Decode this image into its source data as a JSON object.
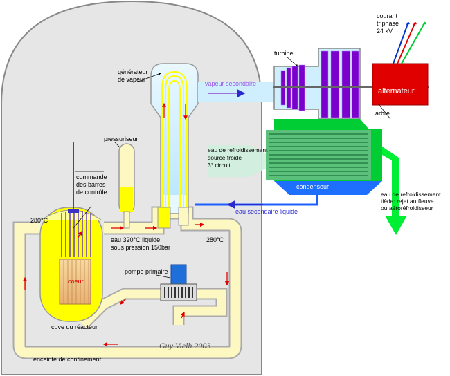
{
  "diagram": {
    "labels": {
      "courant": [
        "courant",
        "triphasé",
        "24  kV"
      ],
      "turbine": "turbine",
      "generateur": [
        "générateur",
        "de vapeur"
      ],
      "vapeur_secondaire": "vapeur secondaire",
      "alternateur": "alternateur",
      "arbre": "arbre",
      "pressuriseur": "pressuriseur",
      "eau_refroid_source": [
        "eau de refroidissement",
        "source froide",
        "3° circuit"
      ],
      "commande": [
        "commande",
        "des barres",
        "de contrôle"
      ],
      "condenseur": "condenseur",
      "eau_refroid_rejet": [
        "eau de refroidissement",
        "tiède: rejet au fleuve",
        "ou aéroréfroidisseur"
      ],
      "eau_secondaire_liquide": "eau secondaire liquide",
      "temp_left": "280°C",
      "temp_right": "280°C",
      "eau_320": [
        "eau 320°C liquide",
        "sous pression 150bar"
      ],
      "pompe_primaire": "pompe primaire",
      "coeur": "coeur",
      "cuve": "cuve du réacteur",
      "signature": "Guy Vielh 2003",
      "enceinte": "enceinte de confinement"
    },
    "colors": {
      "enceinte": "#e6e6e6",
      "loop": "#fdf7c2",
      "hot_water": "#ffff00",
      "steam": "#cfefff",
      "turbine_purple": "#7b00cc",
      "alternator": "#e00000",
      "condenser_green": "#00cc33",
      "condenser_blue": "#1f6fff",
      "arrow_red": "#e00000",
      "rod_purple": "#5a2fc8"
    }
  }
}
